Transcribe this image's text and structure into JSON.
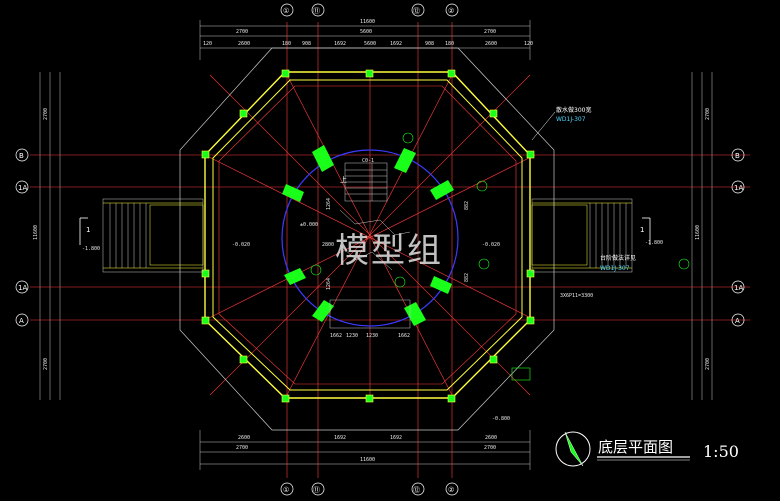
{
  "title": "底层平面图",
  "scale": "1:50",
  "watermark": "模型组",
  "axes": {
    "top": [
      "①",
      "⑪",
      "⑫",
      "②"
    ],
    "side": [
      "B",
      "1A",
      "1A",
      "A"
    ]
  },
  "overall_dim": "11600",
  "dims_row2": [
    "2700",
    "5600",
    "2700"
  ],
  "dims_row3": [
    "120",
    "2600",
    "180",
    "908",
    "1692",
    "5600",
    "1692",
    "908",
    "180",
    "2600",
    "120"
  ],
  "section_mark": "1",
  "notes": {
    "n1": "散水做300宽",
    "n2": "WD1J-307",
    "n3": "台阶做法详见",
    "n4": "WD1J-307",
    "n5": "3X6P11=3300"
  },
  "levels": {
    "l1": "-0.020",
    "l2": "±0.000",
    "l3": "-0.020",
    "l4": "-1.800",
    "l5": "-1.800",
    "l6": "-0.800"
  },
  "inner_dims": [
    "1662",
    "1230",
    "1230",
    "1662",
    "2800",
    "1264",
    "1264",
    "882",
    "882"
  ],
  "stair_label": "上",
  "stair_mark": "C0-1",
  "colors": {
    "bg": "#000000",
    "wall": "#ff3b3b",
    "yellow": "#ffff3b",
    "green": "#19ff19",
    "blue": "#3b3bff",
    "grey": "#c8c8c8"
  }
}
